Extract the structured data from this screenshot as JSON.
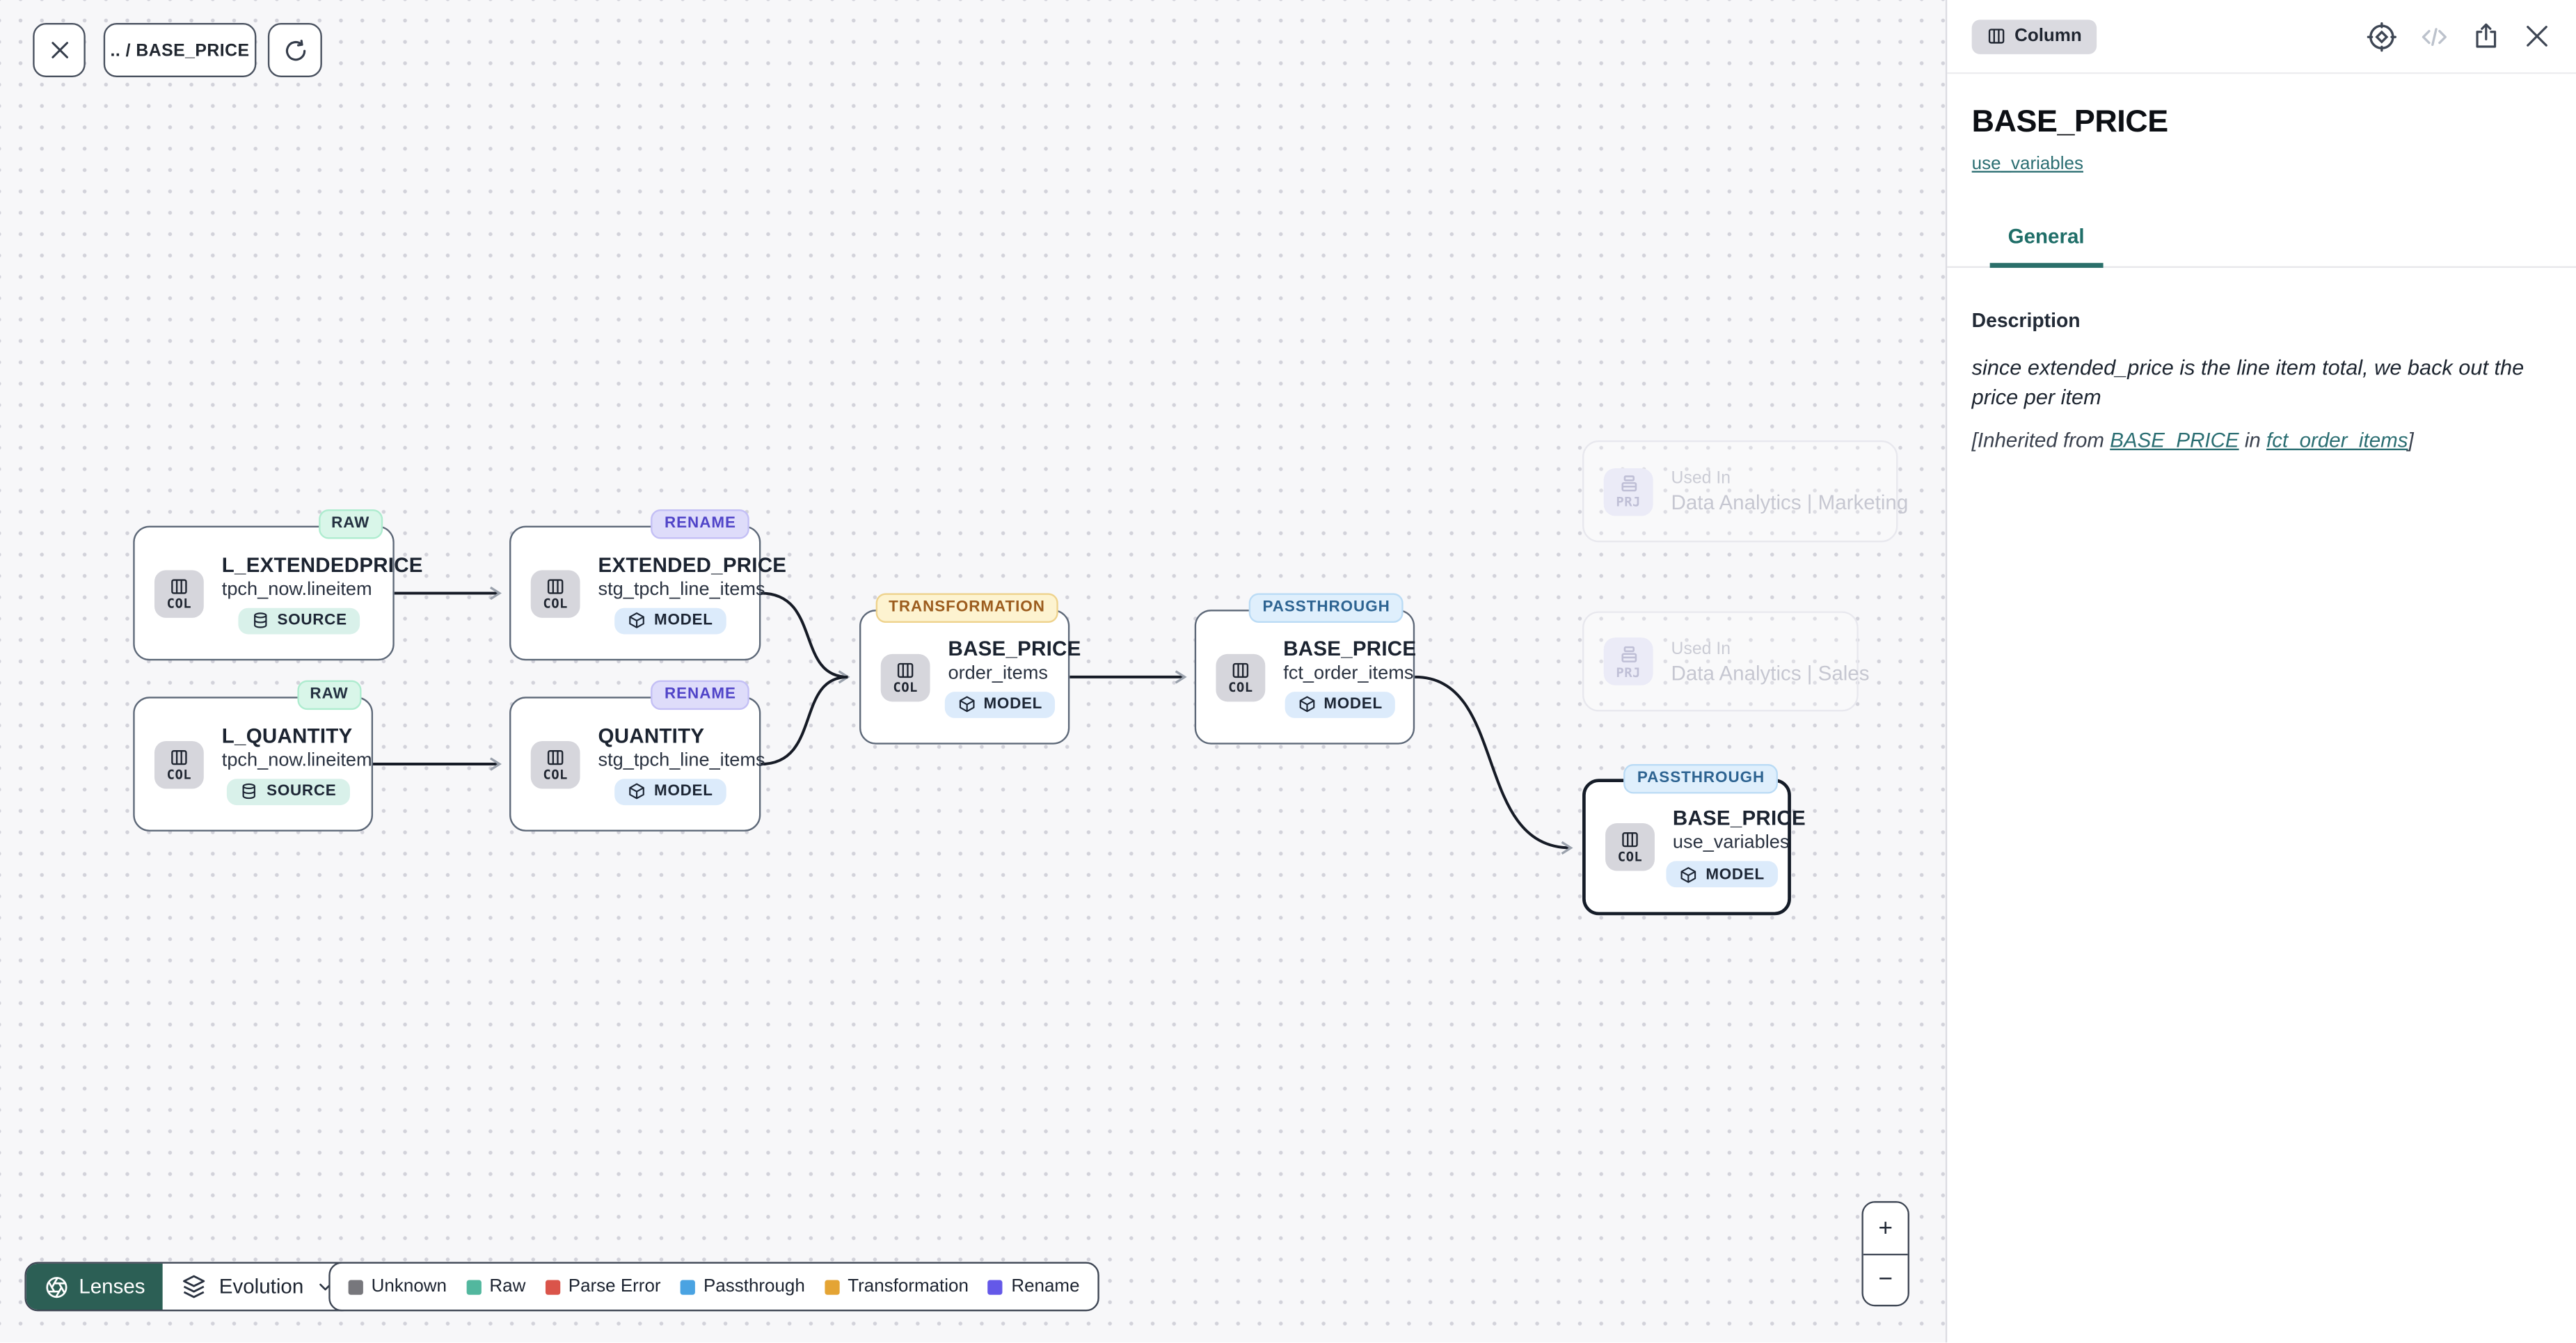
{
  "toolbar": {
    "breadcrumb": ".. / BASE_PRICE"
  },
  "panel": {
    "type_badge": "Column",
    "title": "BASE_PRICE",
    "model_link": "use_variables",
    "tab": "General",
    "description_label": "Description",
    "description": "since extended_price is the line item total, we back out the price per item",
    "inherited_prefix": "[Inherited from ",
    "inherited_link_column": "BASE_PRICE",
    "inherited_middle": " in ",
    "inherited_link_model": "fct_order_items",
    "inherited_suffix": "]"
  },
  "nodes": [
    {
      "id": "l_extendedprice",
      "tag": "RAW",
      "tag_type": "raw",
      "kind": "COL",
      "title": "L_EXTENDEDPRICE",
      "subtitle": "tpch_now.lineitem",
      "badge": "SOURCE",
      "badge_type": "source",
      "selected": false
    },
    {
      "id": "l_quantity",
      "tag": "RAW",
      "tag_type": "raw",
      "kind": "COL",
      "title": "L_QUANTITY",
      "subtitle": "tpch_now.lineitem",
      "badge": "SOURCE",
      "badge_type": "source",
      "selected": false
    },
    {
      "id": "extended_price",
      "tag": "RENAME",
      "tag_type": "rename",
      "kind": "COL",
      "title": "EXTENDED_PRICE",
      "subtitle": "stg_tpch_line_items",
      "badge": "MODEL",
      "badge_type": "model",
      "selected": false
    },
    {
      "id": "quantity",
      "tag": "RENAME",
      "tag_type": "rename",
      "kind": "COL",
      "title": "QUANTITY",
      "subtitle": "stg_tpch_line_items",
      "badge": "MODEL",
      "badge_type": "model",
      "selected": false
    },
    {
      "id": "bp_order_items",
      "tag": "TRANSFORMATION",
      "tag_type": "transformation",
      "kind": "COL",
      "title": "BASE_PRICE",
      "subtitle": "order_items",
      "badge": "MODEL",
      "badge_type": "model",
      "selected": false
    },
    {
      "id": "bp_fct_order_items",
      "tag": "PASSTHROUGH",
      "tag_type": "passthrough",
      "kind": "COL",
      "title": "BASE_PRICE",
      "subtitle": "fct_order_items",
      "badge": "MODEL",
      "badge_type": "model",
      "selected": false
    },
    {
      "id": "bp_use_variables",
      "tag": "PASSTHROUGH",
      "tag_type": "passthrough",
      "kind": "COL",
      "title": "BASE_PRICE",
      "subtitle": "use_variables",
      "badge": "MODEL",
      "badge_type": "model",
      "selected": true
    }
  ],
  "ghost_nodes": [
    {
      "id": "ghost_marketing",
      "kind": "PRJ",
      "label": "Used In",
      "title": "Data Analytics | Marketing"
    },
    {
      "id": "ghost_sales",
      "kind": "PRJ",
      "label": "Used In",
      "title": "Data Analytics | Sales"
    }
  ],
  "footer": {
    "lenses_button": "Lenses",
    "lens_selected": "Evolution",
    "legend": [
      {
        "label": "Unknown",
        "color": "#77777c"
      },
      {
        "label": "Raw",
        "color": "#52b79e"
      },
      {
        "label": "Parse Error",
        "color": "#da544a"
      },
      {
        "label": "Passthrough",
        "color": "#4aa3e2"
      },
      {
        "label": "Transformation",
        "color": "#e4a434"
      },
      {
        "label": "Rename",
        "color": "#6458e8"
      }
    ]
  },
  "zoom_controls": {
    "zoom_in": "+",
    "zoom_out": "−"
  }
}
